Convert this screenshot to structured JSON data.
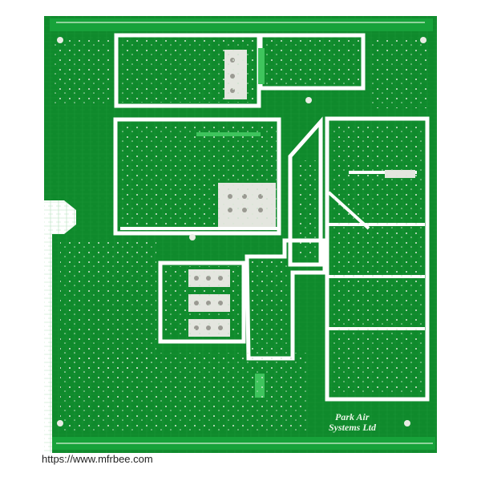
{
  "image": {
    "subject": "green printed circuit board",
    "board_color": "#0f8a2c",
    "trace_color": "#36b54f",
    "silkscreen_color": "#eaf6e8",
    "pad_color": "#d7d7cf"
  },
  "silkscreen": {
    "brand_line1": "Park Air",
    "brand_line2": "Systems Ltd"
  },
  "watermark": {
    "url": "https://www.mfrbee.com"
  }
}
